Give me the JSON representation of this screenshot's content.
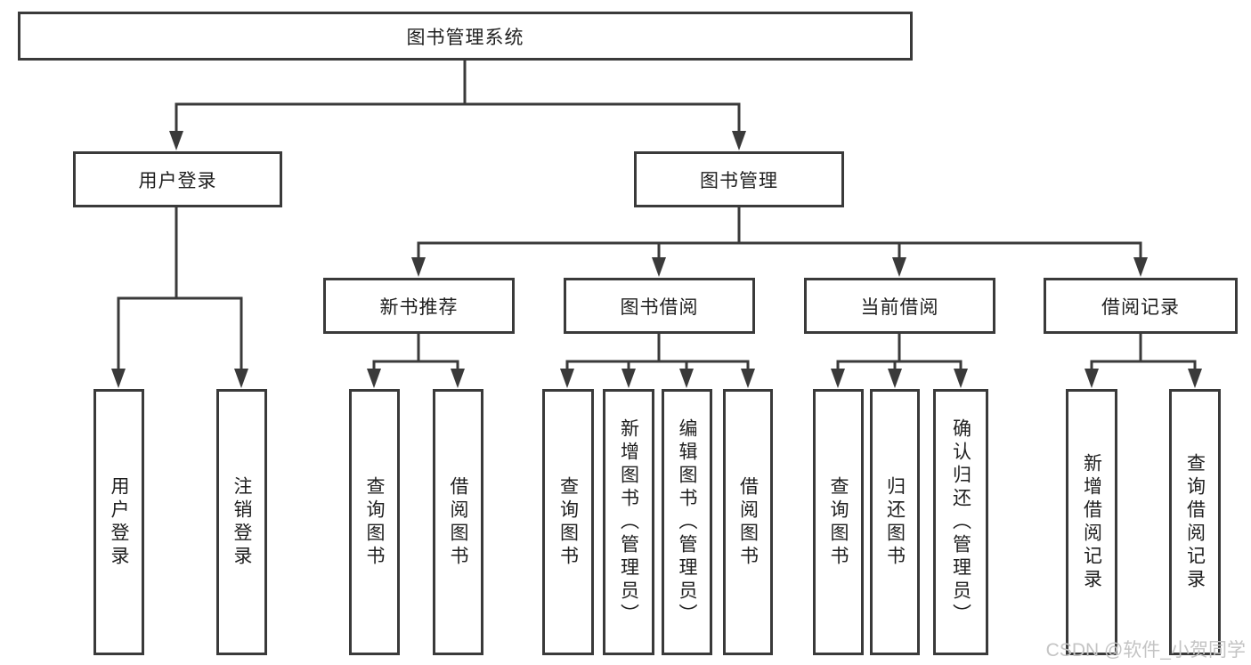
{
  "diagram": {
    "root": {
      "label": "图书管理系统"
    },
    "level2": [
      {
        "label": "用户登录"
      },
      {
        "label": "图书管理"
      }
    ],
    "level3": [
      {
        "label": "新书推荐"
      },
      {
        "label": "图书借阅"
      },
      {
        "label": "当前借阅"
      },
      {
        "label": "借阅记录"
      }
    ],
    "leaves": {
      "user_login": [
        {
          "label": "用户登录"
        },
        {
          "label": "注销登录"
        }
      ],
      "new_books": [
        {
          "label": "查询图书"
        },
        {
          "label": "借阅图书"
        }
      ],
      "book_borrow": [
        {
          "label": "查询图书"
        },
        {
          "label": "新增图书（管理员）"
        },
        {
          "label": "编辑图书（管理员）"
        },
        {
          "label": "借阅图书"
        }
      ],
      "current_borrow": [
        {
          "label": "查询图书"
        },
        {
          "label": "归还图书"
        },
        {
          "label": "确认归还（管理员）"
        }
      ],
      "borrow_records": [
        {
          "label": "新增借阅记录"
        },
        {
          "label": "查询借阅记录"
        }
      ]
    }
  },
  "watermark": "CSDN @软件_小贺同学",
  "colors": {
    "line": "#3a3a3a",
    "text": "#1f1f1f",
    "watermark": "#c4c4c4",
    "bg": "#ffffff"
  }
}
